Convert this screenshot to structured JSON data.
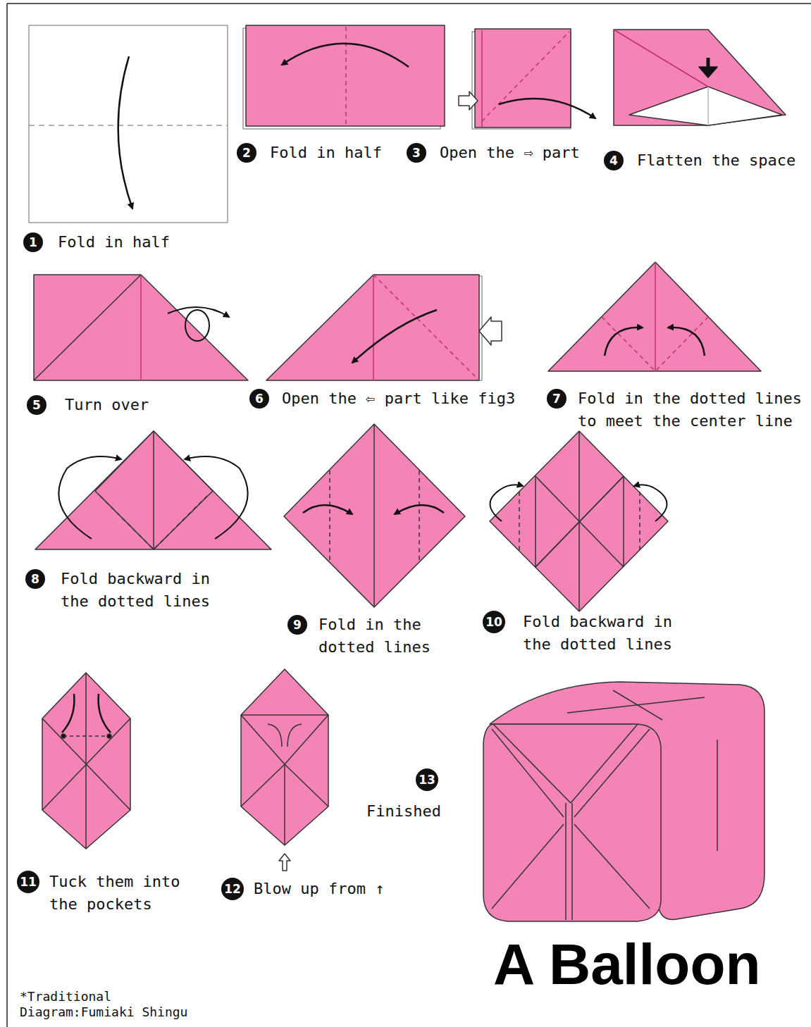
{
  "diagram": {
    "title": "A Balloon",
    "nodes": [
      {
        "text": [
          "1"
        ]
      },
      {
        "text": [
          "2"
        ]
      },
      {
        "text": [
          "3"
        ]
      },
      {
        "text": [
          "4"
        ]
      },
      {
        "text": [
          "5"
        ]
      },
      {
        "text": [
          "6"
        ]
      },
      {
        "text": [
          "7"
        ]
      },
      {
        "text": [
          "8"
        ]
      },
      {
        "text": [
          "9"
        ]
      },
      {
        "text": [
          "10"
        ]
      },
      {
        "text": [
          "11"
        ]
      },
      {
        "text": [
          "12"
        ]
      },
      {
        "text": [
          "13"
        ]
      }
    ],
    "labels": [
      "Fold in half",
      "Fold in half",
      "Open the ⇨ part",
      "Flatten the space",
      "Turn over",
      "Open the ⇦ part like fig3",
      "Fold in the dotted lines to meet the center line",
      "Fold backward in the dotted lines",
      "Fold in the dotted lines",
      "Fold backward in the dotted lines",
      "Tuck them into the pockets",
      "Blow up from ↑",
      "Finished",
      "*Traditional Diagram:Fumiaki Shingu"
    ]
  }
}
